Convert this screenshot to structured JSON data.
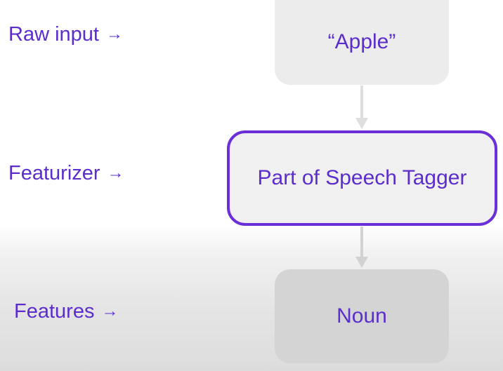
{
  "rows": [
    {
      "label": "Raw input",
      "arrow": "→",
      "box_text": "“Apple”"
    },
    {
      "label": "Featurizer",
      "arrow": "→",
      "box_text": "Part of Speech Tagger"
    },
    {
      "label": "Features",
      "arrow": "→",
      "box_text": "Noun"
    }
  ],
  "colors": {
    "text": "#5a2dcc",
    "highlight_border": "#6a2fd6",
    "box_fill": "#ececec",
    "connector": "#dcdcdc"
  }
}
